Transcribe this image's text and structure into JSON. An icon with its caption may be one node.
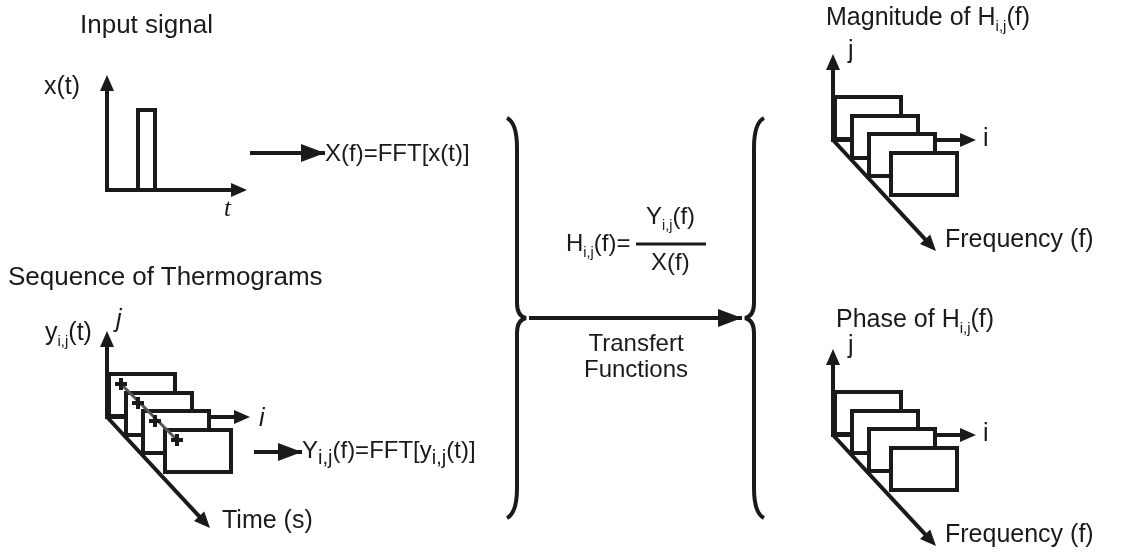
{
  "diagram": {
    "nodes": [
      {
        "text": [],
        "shape": "picture",
        "beside": [
          "Input signal",
          "x(t)",
          "t"
        ]
      },
      {
        "text": [
          "X(f)=FFT[x(t)]"
        ]
      },
      {
        "text": [],
        "shape": "picture",
        "beside": [
          "Sequence of Thermograms",
          "y$_{i,j}$(t)",
          "j",
          "i",
          "Time (s)"
        ]
      },
      {
        "text": [
          "Y$_{i,j}$(f)=FFT[y$_{i,j}$(t)]"
        ]
      },
      {
        "text": [],
        "shape": "brace"
      },
      {
        "text": [],
        "shape": "brace"
      },
      {
        "text": [],
        "shape": "picture",
        "beside": [
          "Magnitude of H$_{i,j}$(f)",
          "j",
          "i",
          "Frequency (f)"
        ]
      },
      {
        "text": [],
        "shape": "picture",
        "beside": [
          "Phase of H$_{i,j}$(f)",
          "j",
          "i",
          "Frequency (f)"
        ]
      }
    ],
    "edges": [
      {
        "from": 0,
        "to": 1,
        "arrow": "to"
      },
      {
        "from": 2,
        "to": 3,
        "arrow": "to"
      },
      {
        "from": 4,
        "to": 5,
        "arrow": "to",
        "label": "Transfert Functions"
      }
    ],
    "labels": [
      "H$_{i,j}$(f)=",
      "Y$_{i,j}$(f)",
      "X(f)"
    ]
  }
}
